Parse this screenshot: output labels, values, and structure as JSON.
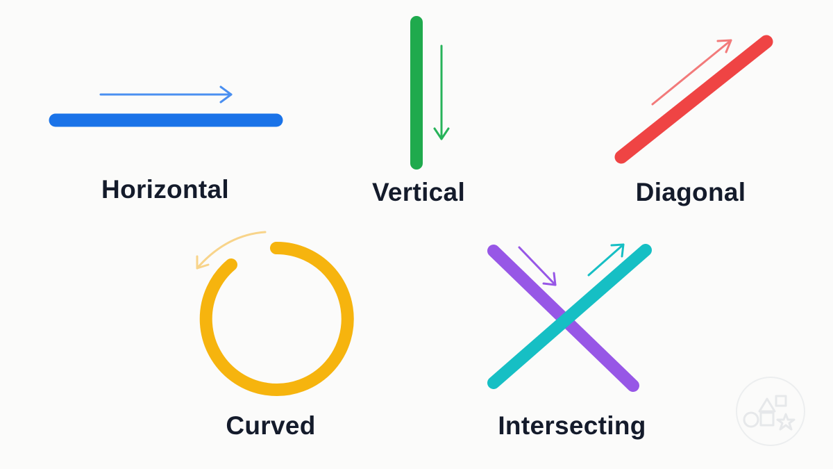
{
  "labels": {
    "horizontal": "Horizontal",
    "vertical": "Vertical",
    "diagonal": "Diagonal",
    "curved": "Curved",
    "intersecting": "Intersecting"
  },
  "colors": {
    "background": "#fbfbfa",
    "horizontal": "#1a73e8",
    "horizontal_arrow": "#4a8ff0",
    "vertical": "#1faa4d",
    "vertical_arrow": "#27b35a",
    "diagonal": "#ef4444",
    "diagonal_arrow": "#f27a7a",
    "curved": "#f6b40e",
    "curved_arrow": "#f8d48a",
    "intersect_a": "#9757e6",
    "intersect_b": "#16bfc4",
    "text": "#141b2b"
  },
  "icons": {
    "watermark": "shapes-watermark-icon"
  }
}
